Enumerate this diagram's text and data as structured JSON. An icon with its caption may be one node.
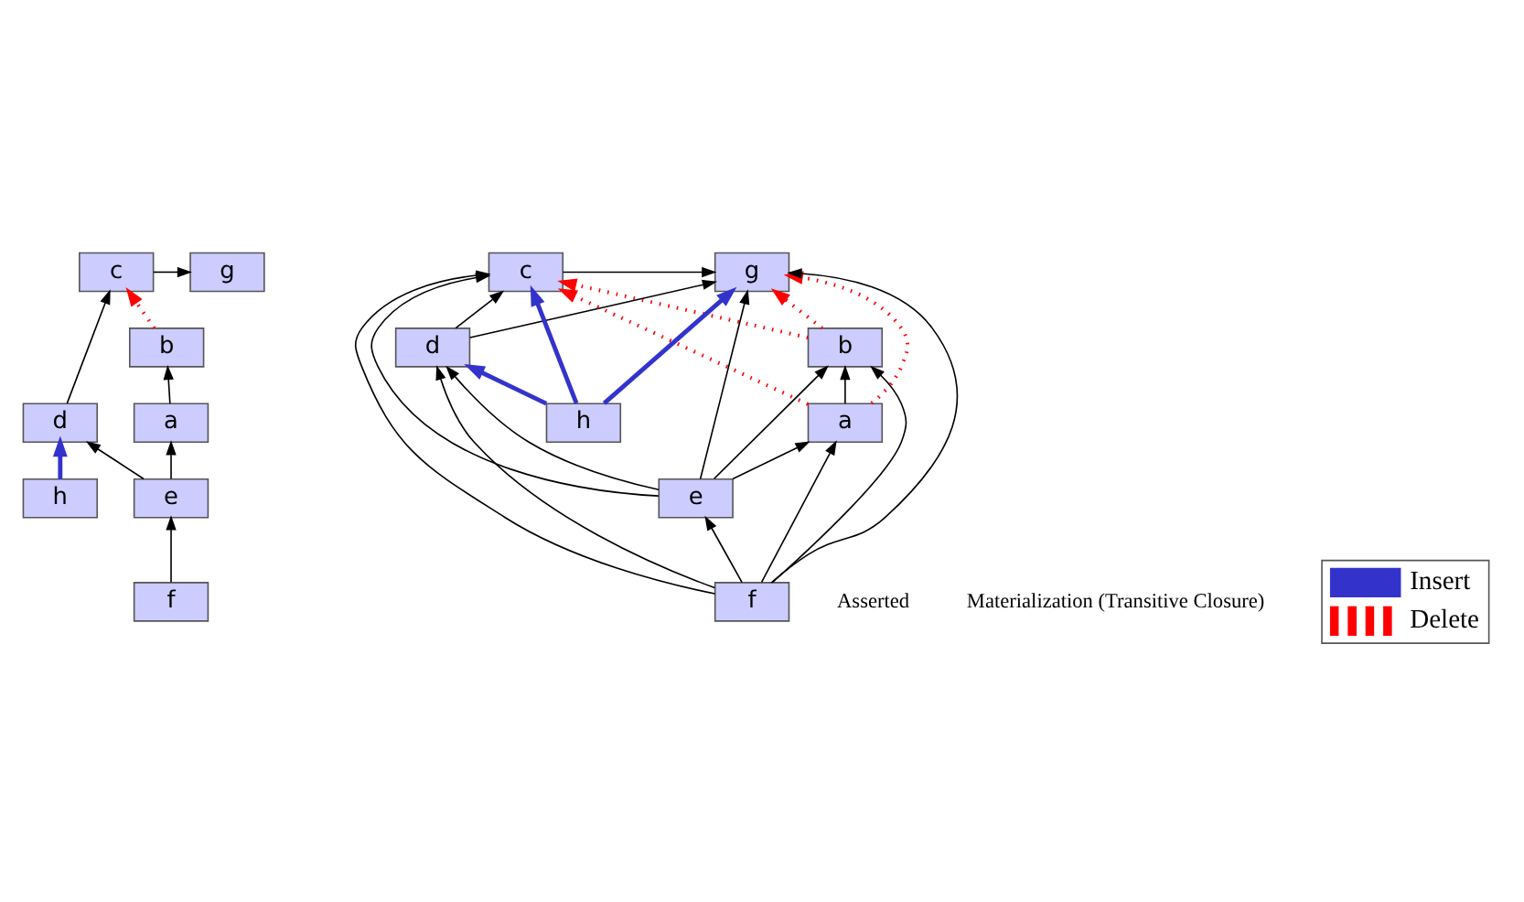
{
  "diagram": {
    "nodes": [
      {
        "text": [
          "c"
        ]
      },
      {
        "text": [
          "g"
        ]
      },
      {
        "text": [
          "b"
        ]
      },
      {
        "text": [
          "d"
        ]
      },
      {
        "text": [
          "a"
        ]
      },
      {
        "text": [
          "h"
        ]
      },
      {
        "text": [
          "e"
        ]
      },
      {
        "text": [
          "f"
        ]
      },
      {
        "text": [
          "c"
        ]
      },
      {
        "text": [
          "g"
        ]
      },
      {
        "text": [
          "b"
        ]
      },
      {
        "text": [
          "d"
        ]
      },
      {
        "text": [
          "a"
        ]
      },
      {
        "text": [
          "h"
        ]
      },
      {
        "text": [
          "e"
        ]
      },
      {
        "text": [
          "f"
        ]
      }
    ],
    "edges": [
      {
        "from": 0,
        "to": 1,
        "arrow": "to"
      },
      {
        "from": 2,
        "to": 0,
        "arrow": "to",
        "style": "dashed",
        "color": "#ff0000"
      },
      {
        "from": 3,
        "to": 0,
        "arrow": "to"
      },
      {
        "from": 4,
        "to": 2,
        "arrow": "to"
      },
      {
        "from": 6,
        "to": 4,
        "arrow": "to"
      },
      {
        "from": 6,
        "to": 3,
        "arrow": "to"
      },
      {
        "from": 5,
        "to": 3,
        "arrow": "to",
        "style": "thick",
        "color": "#3333cc"
      },
      {
        "from": 7,
        "to": 6,
        "arrow": "to"
      },
      {
        "from": 8,
        "to": 9,
        "arrow": "to"
      },
      {
        "from": 10,
        "to": 8,
        "arrow": "to",
        "style": "dashed",
        "color": "#ff0000"
      },
      {
        "from": 11,
        "to": 8,
        "arrow": "to"
      },
      {
        "from": 12,
        "to": 10,
        "arrow": "to"
      },
      {
        "from": 14,
        "to": 12,
        "arrow": "to"
      },
      {
        "from": 14,
        "to": 11,
        "arrow": "to"
      },
      {
        "from": 13,
        "to": 11,
        "arrow": "to",
        "style": "thick",
        "color": "#3333cc"
      },
      {
        "from": 15,
        "to": 14,
        "arrow": "to"
      },
      {
        "from": 10,
        "to": 9,
        "arrow": "to",
        "style": "dashed",
        "color": "#ff0000"
      },
      {
        "from": 12,
        "to": 8,
        "arrow": "to",
        "style": "dashed",
        "color": "#ff0000"
      },
      {
        "from": 12,
        "to": 9,
        "arrow": "to",
        "style": "dashed",
        "color": "#ff0000"
      },
      {
        "from": 13,
        "to": 8,
        "arrow": "to",
        "style": "thick",
        "color": "#3333cc"
      },
      {
        "from": 13,
        "to": 9,
        "arrow": "to",
        "style": "thick",
        "color": "#3333cc"
      },
      {
        "from": 11,
        "to": 9,
        "arrow": "to"
      },
      {
        "from": 14,
        "to": 10,
        "arrow": "to"
      },
      {
        "from": 14,
        "to": 8,
        "arrow": "to"
      },
      {
        "from": 14,
        "to": 9,
        "arrow": "to"
      },
      {
        "from": 15,
        "to": 12,
        "arrow": "to"
      },
      {
        "from": 15,
        "to": 10,
        "arrow": "to"
      },
      {
        "from": 15,
        "to": 11,
        "arrow": "to"
      },
      {
        "from": 15,
        "to": 8,
        "arrow": "to"
      },
      {
        "from": 15,
        "to": 9,
        "arrow": "to"
      }
    ],
    "labels": [
      "Asserted",
      "Materialization (Transitive Closure)"
    ],
    "legend": [
      {
        "text": "Insert"
      },
      {
        "text": "Delete"
      }
    ]
  }
}
